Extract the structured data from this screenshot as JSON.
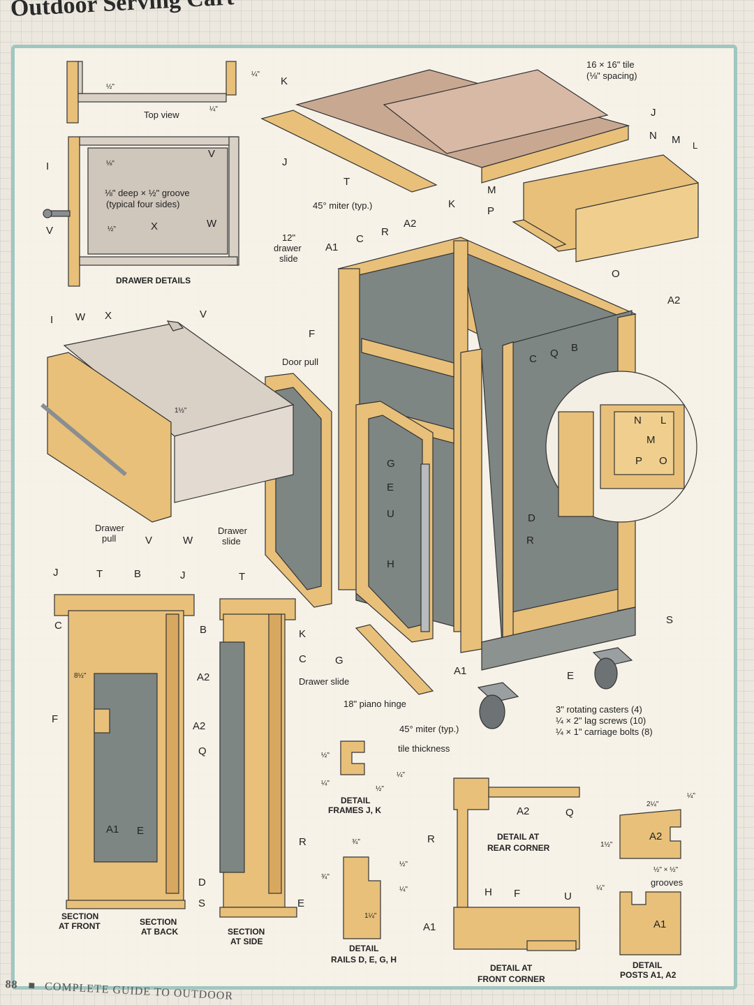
{
  "page_title": "Outdoor Serving Cart",
  "footer": {
    "page_number": "88",
    "separator": "■",
    "book_title": "COMPLETE GUIDE TO OUTDOOR"
  },
  "colors": {
    "wood": "#e8c07a",
    "wood_dark": "#c99a52",
    "panel": "#7e8684",
    "tile": "#c9a892",
    "frame_border": "#9fc7c0",
    "drawer_box": "#d9d0c6"
  },
  "top_view": {
    "caption": "Top view",
    "dim_half": "½\"",
    "dim_quarter_a": "¼\"",
    "dim_quarter_b": "¼\""
  },
  "drawer_details": {
    "caption": "DRAWER DETAILS",
    "label_I": "I",
    "label_V1": "V",
    "label_V2": "V",
    "label_X": "X",
    "label_W": "W",
    "dim_top": "⅛\"",
    "dim_bottom": "½\"",
    "groove_note_1": "⅛\" deep × ½\" groove",
    "groove_note_2": "(typical four sides)"
  },
  "exploded": {
    "label_K1": "K",
    "label_J1": "J",
    "label_J2": "J",
    "label_T": "T",
    "label_K2": "K",
    "tile_note_1": "16 × 16\" tile",
    "tile_note_2": "(⅛\" spacing)",
    "miter_note": "45° miter (typ.)",
    "label_N": "N",
    "label_M1": "M",
    "label_L": "L",
    "label_M2": "M",
    "label_P": "P",
    "label_O": "O",
    "label_A2a": "A2",
    "label_A2b": "A2",
    "label_A1a": "A1",
    "label_A1b": "A1",
    "label_C1": "C",
    "label_R1": "R",
    "label_F": "F",
    "slide_note_1": "12\"",
    "slide_note_2": "drawer",
    "slide_note_3": "slide",
    "door_pull": "Door pull",
    "label_C2": "C",
    "label_Q": "Q",
    "label_B": "B",
    "label_G1": "G",
    "label_E1": "E",
    "label_U": "U",
    "label_H": "H",
    "label_D": "D",
    "label_R2": "R",
    "label_S": "S",
    "label_E2": "E",
    "label_G2": "G",
    "hinge_note": "18\" piano hinge",
    "miter_note_2": "45° miter (typ.)",
    "caster_1": "3\" rotating casters (4)",
    "caster_2": "¼ × 2\" lag screws (10)",
    "caster_3": "¼ × 1\" carriage bolts (8)"
  },
  "inset_detail": {
    "label_N": "N",
    "label_L": "L",
    "label_M": "M",
    "label_P": "P",
    "label_O": "O"
  },
  "drawer_exploded": {
    "label_I": "I",
    "label_W": "W",
    "label_X": "X",
    "label_V": "V",
    "dim": "1½\"",
    "drawer_pull_1": "Drawer",
    "drawer_pull_2": "pull",
    "label_V2": "V",
    "label_W2": "W",
    "drawer_slide_1": "Drawer",
    "drawer_slide_2": "slide"
  },
  "sections": {
    "label_J1": "J",
    "label_T1": "T",
    "label_B1": "B",
    "label_J2": "J",
    "label_T2": "T",
    "label_C1": "C",
    "label_B2": "B",
    "label_K": "K",
    "label_C2": "C",
    "dim": "8½\"",
    "label_A2a": "A2",
    "label_A2b": "A2",
    "label_F": "F",
    "drawer_slide": "Drawer slide",
    "label_Q": "Q",
    "label_A1": "A1",
    "label_E1": "E",
    "label_R": "R",
    "label_D": "D",
    "label_S": "S",
    "label_E2": "E",
    "cap_front_1": "SECTION",
    "cap_front_2": "AT FRONT",
    "cap_back_1": "SECTION",
    "cap_back_2": "AT BACK",
    "cap_side_1": "SECTION",
    "cap_side_2": "AT SIDE"
  },
  "detail_frames": {
    "tile_thickness": "tile thickness",
    "dim_half1": "½\"",
    "dim_q1": "¼\"",
    "dim_q2": "¼\"",
    "dim_half2": "½\"",
    "cap_1": "DETAIL",
    "cap_2": "FRAMES J, K"
  },
  "detail_rails": {
    "dim_3q": "¾\"",
    "dim_3q2": "¾\"",
    "dim_half": "½\"",
    "dim_q": "¼\"",
    "dim_1q": "1¼\"",
    "cap_1": "DETAIL",
    "cap_2": "RAILS D, E, G, H"
  },
  "detail_rear": {
    "label_A2": "A2",
    "label_Q": "Q",
    "label_R": "R",
    "cap_1": "DETAIL AT",
    "cap_2": "REAR CORNER"
  },
  "detail_front": {
    "label_H": "H",
    "label_F": "F",
    "label_U": "U",
    "label_A1": "A1",
    "cap_1": "DETAIL AT",
    "cap_2": "FRONT CORNER"
  },
  "detail_posts": {
    "dim_2q": "2¼\"",
    "dim_q_top": "¼\"",
    "dim_1h": "1½\"",
    "label_A2": "A2",
    "grooves_1": "½\" × ½\"",
    "grooves_2": "grooves",
    "dim_q_left": "¼\"",
    "label_A1": "A1",
    "cap_1": "DETAIL",
    "cap_2": "POSTS A1, A2"
  }
}
